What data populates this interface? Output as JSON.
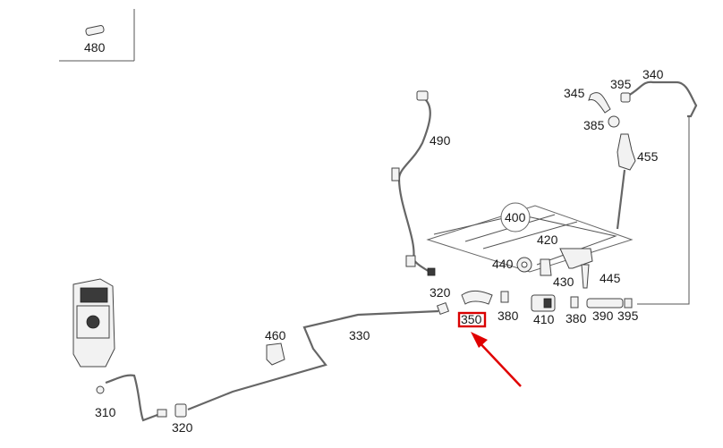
{
  "labels": {
    "p480": "480",
    "p490": "490",
    "p340": "340",
    "p345": "345",
    "p395a": "395",
    "p385": "385",
    "p455": "455",
    "p400": "400",
    "p420": "420",
    "p440": "440",
    "p430": "430",
    "p445": "445",
    "p320a": "320",
    "p350": "350",
    "p380a": "380",
    "p410": "410",
    "p380b": "380",
    "p390": "390",
    "p395b": "395",
    "p460": "460",
    "p330": "330",
    "p310": "310",
    "p320b": "320"
  },
  "highlight": {
    "part": "350",
    "box_color": "#d90000",
    "arrow_color": "#e00000"
  }
}
